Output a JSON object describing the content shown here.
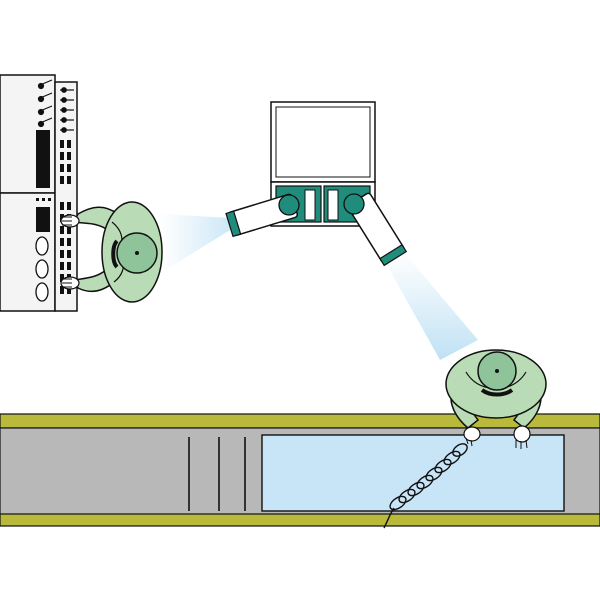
{
  "scene": {
    "kind": "top-down illustration",
    "elements": [
      "control-console",
      "operator-at-console",
      "display-monitor",
      "projector-left",
      "projector-right",
      "light-beam-left",
      "light-beam-right",
      "operator-at-pool",
      "water-channel",
      "coiled-cable"
    ]
  },
  "colors": {
    "outline": "#111111",
    "console_fill": "#f3f3f3",
    "shirt": "#b9dcb6",
    "shirt_shadow": "#8fc39a",
    "hair": "#222222",
    "teal": "#1f8c7c",
    "teal_dark": "#0e5f55",
    "beam": "#cfe8f6",
    "channel_gray": "#b8b8b8",
    "channel_rail": "#b9b93c",
    "water": "#c8e4f7",
    "white": "#ffffff"
  }
}
